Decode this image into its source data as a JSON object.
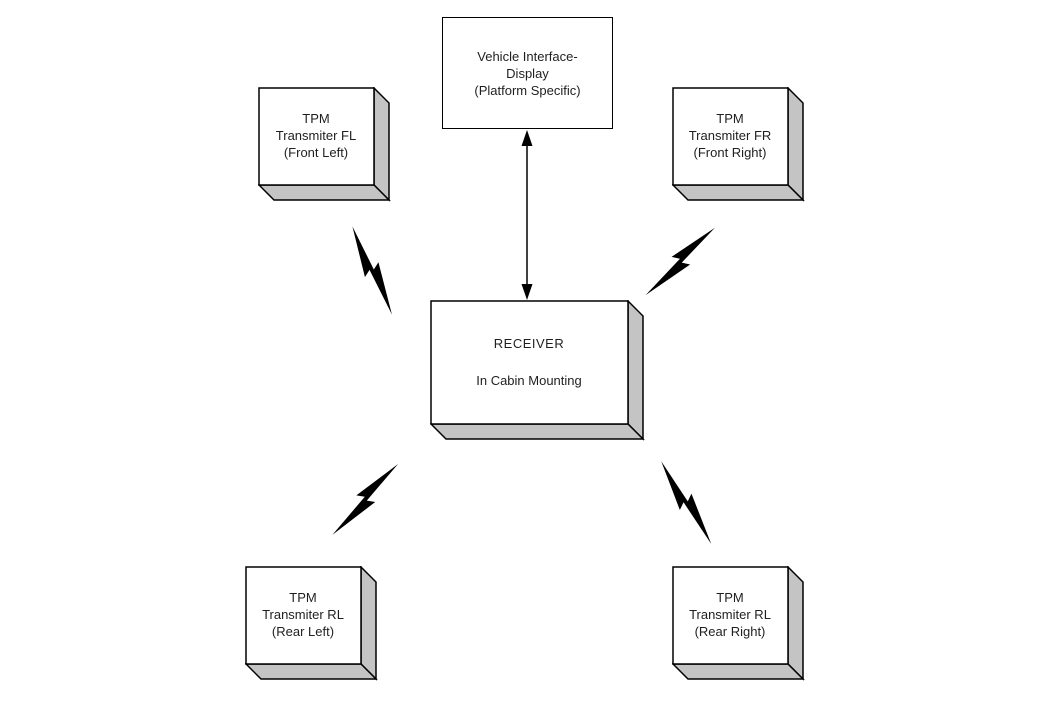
{
  "diagram": {
    "display_box": {
      "lines": [
        "Vehicle Interface-",
        "Display",
        "(Platform Specific)"
      ]
    },
    "receiver_box": {
      "title": "RECEIVER",
      "subtitle": "In Cabin Mounting"
    },
    "transmitter_boxes": {
      "front_left": {
        "lines": [
          "TPM",
          "Transmiter FL",
          "(Front Left)"
        ]
      },
      "front_right": {
        "lines": [
          "TPM",
          "Transmiter FR",
          "(Front Right)"
        ]
      },
      "rear_left": {
        "lines": [
          "TPM",
          "Transmiter RL",
          "(Rear Left)"
        ]
      },
      "rear_right": {
        "lines": [
          "TPM",
          "Transmiter RL",
          "(Rear Right)"
        ]
      }
    },
    "icons": {
      "rf_link": "lightning-bolt-icon",
      "display_link": "double-headed-arrow-icon"
    },
    "colors": {
      "background": "#ffffff",
      "box_face": "#ffffff",
      "box_side": "#c4c4c4",
      "line": "#000000",
      "text": "#1f1f1f"
    }
  }
}
